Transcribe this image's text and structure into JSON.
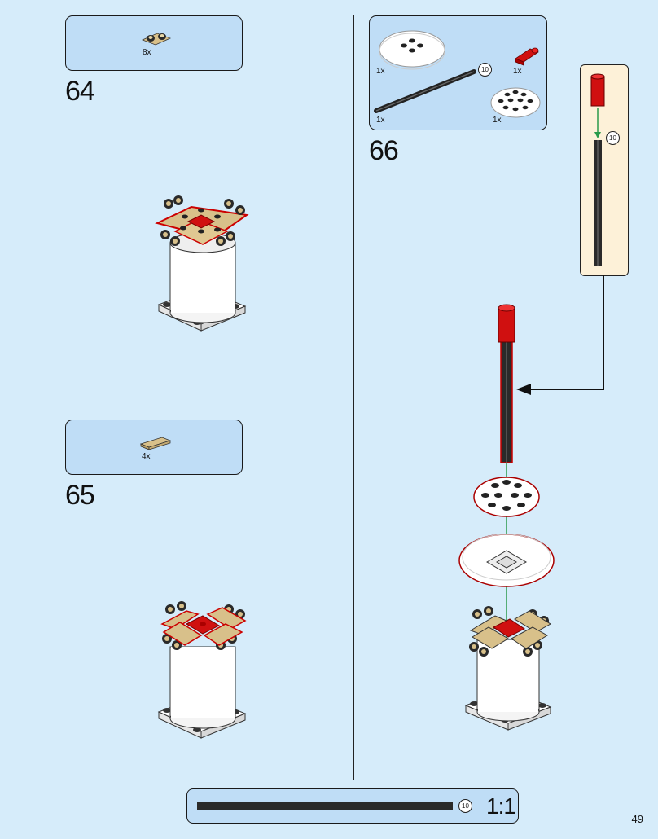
{
  "steps": [
    {
      "number": "64",
      "parts": [
        {
          "qty": "8x",
          "icon": "tan-clip-plate-icon"
        }
      ]
    },
    {
      "number": "65",
      "parts": [
        {
          "qty": "4x",
          "icon": "tan-tile-icon"
        }
      ]
    },
    {
      "number": "66",
      "parts": [
        {
          "qty": "1x",
          "icon": "white-round-plate-icon"
        },
        {
          "qty": "1x",
          "icon": "red-round-brick-icon"
        },
        {
          "qty": "1x",
          "icon": "black-axle-icon",
          "length": "10"
        },
        {
          "qty": "1x",
          "icon": "white-round-stud-plate-icon"
        }
      ],
      "callout_axle_length": "10"
    }
  ],
  "scale_bar": {
    "length": "10",
    "label": "1:1"
  },
  "page_number": "49",
  "colors": {
    "background": "#d6ecfa",
    "parts_box": "#bfddf6",
    "callout": "#fdf1d8",
    "tan": "#d8c08a",
    "red": "#d01010"
  }
}
